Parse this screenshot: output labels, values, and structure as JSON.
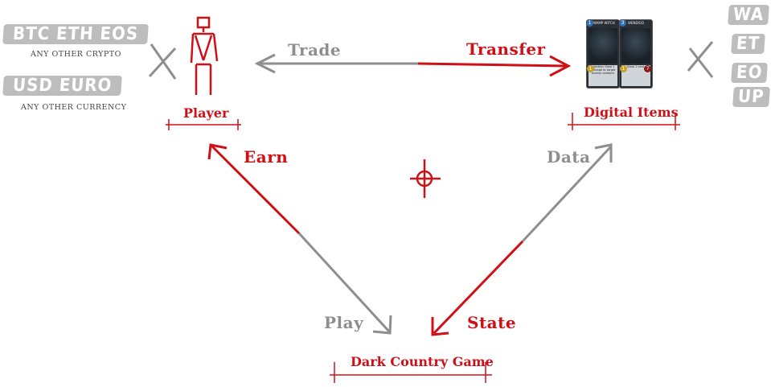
{
  "left_currencies": {
    "crypto_chip": "BTC ETH EOS",
    "crypto_sub": "ANY OTHER CRYPTO",
    "fiat_chip": "USD EURO",
    "fiat_sub": "ANY OTHER CURRENCY"
  },
  "right_partial_labels": [
    "WA",
    "ET",
    "EO",
    "UP"
  ],
  "nodes": {
    "player": "Player",
    "digital_items": "Digital Items",
    "game": "Dark Country Game"
  },
  "edges": {
    "trade": "Trade",
    "transfer": "Transfer",
    "earn": "Earn",
    "data": "Data",
    "play": "Play",
    "state": "State"
  },
  "cards": [
    {
      "title": "SWAMP WITCH",
      "cost": "1",
      "attack": "1",
      "text": "Injection: Deal 1 damage to target enemy creature"
    },
    {
      "title": "WENDIGO",
      "cost": "3",
      "attack": "1",
      "health": "7",
      "text": "Draw 1 card."
    }
  ],
  "colors": {
    "accent": "#d01016",
    "muted": "#8e8e8e",
    "chip": "#bdbdbd"
  }
}
